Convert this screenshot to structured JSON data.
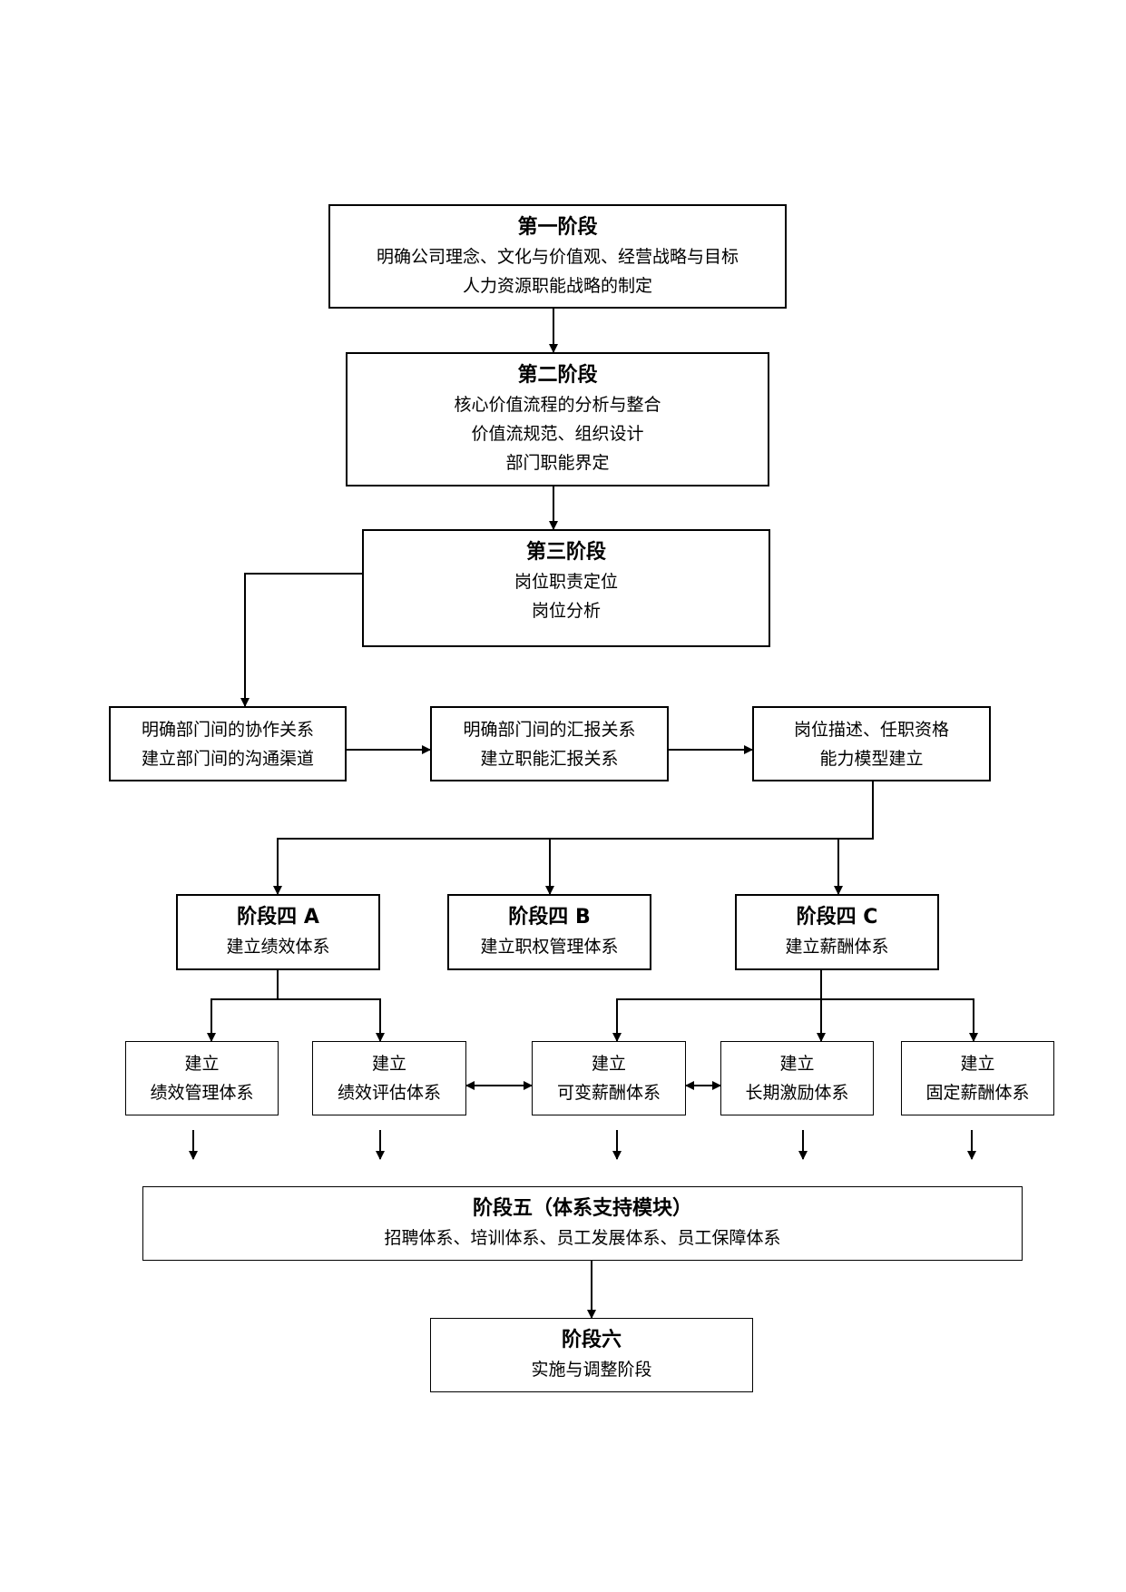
{
  "stage1": {
    "title": "第一阶段",
    "lines": [
      "明确公司理念、文化与价值观、经营战略与目标",
      "人力资源职能战略的制定"
    ]
  },
  "stage2": {
    "title": "第二阶段",
    "lines": [
      "核心价值流程的分析与整合",
      "价值流规范、组织设计",
      "部门职能界定"
    ]
  },
  "stage3": {
    "title": "第三阶段",
    "lines": [
      "岗位职责定位",
      "岗位分析"
    ]
  },
  "step_dept_coop": {
    "lines": [
      "明确部门间的协作关系",
      "建立部门间的沟通渠道"
    ]
  },
  "step_dept_report": {
    "lines": [
      "明确部门间的汇报关系",
      "建立职能汇报关系"
    ]
  },
  "step_job_desc": {
    "lines": [
      "岗位描述、任职资格",
      "能力模型建立"
    ]
  },
  "stage4a": {
    "title": "阶段四 A",
    "lines": [
      "建立绩效体系"
    ]
  },
  "stage4b": {
    "title": "阶段四 B",
    "lines": [
      "建立职权管理体系"
    ]
  },
  "stage4c": {
    "title": "阶段四 C",
    "lines": [
      "建立薪酬体系"
    ]
  },
  "sub_perf_mgmt": {
    "lines": [
      "建立",
      "绩效管理体系"
    ]
  },
  "sub_perf_eval": {
    "lines": [
      "建立",
      "绩效评估体系"
    ]
  },
  "sub_var_pay": {
    "lines": [
      "建立",
      "可变薪酬体系"
    ]
  },
  "sub_long_incentive": {
    "lines": [
      "建立",
      "长期激励体系"
    ]
  },
  "sub_fixed_pay": {
    "lines": [
      "建立",
      "固定薪酬体系"
    ]
  },
  "stage5": {
    "title": "阶段五（体系支持模块）",
    "lines": [
      "招聘体系、培训体系、员工发展体系、员工保障体系"
    ]
  },
  "stage6": {
    "title": "阶段六",
    "lines": [
      "实施与调整阶段"
    ]
  }
}
